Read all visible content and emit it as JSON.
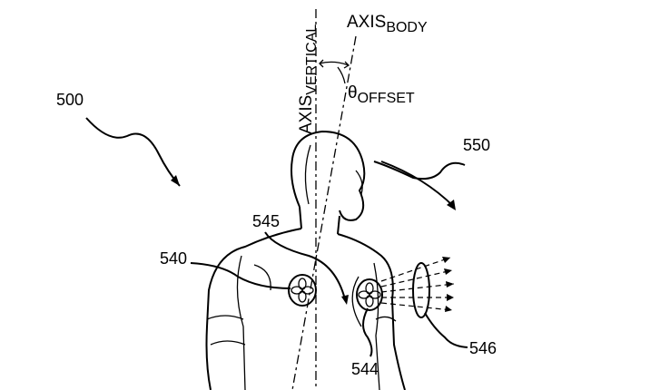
{
  "labels": {
    "axis_vertical_main": "AXIS",
    "axis_vertical_sub": "VERTICAL",
    "axis_body_main": "AXIS",
    "axis_body_sub": "BODY",
    "theta_main": "θ",
    "theta_sub": "OFFSET",
    "ref_500": "500",
    "ref_550": "550",
    "ref_545": "545",
    "ref_540": "540",
    "ref_544": "544",
    "ref_546": "546"
  }
}
